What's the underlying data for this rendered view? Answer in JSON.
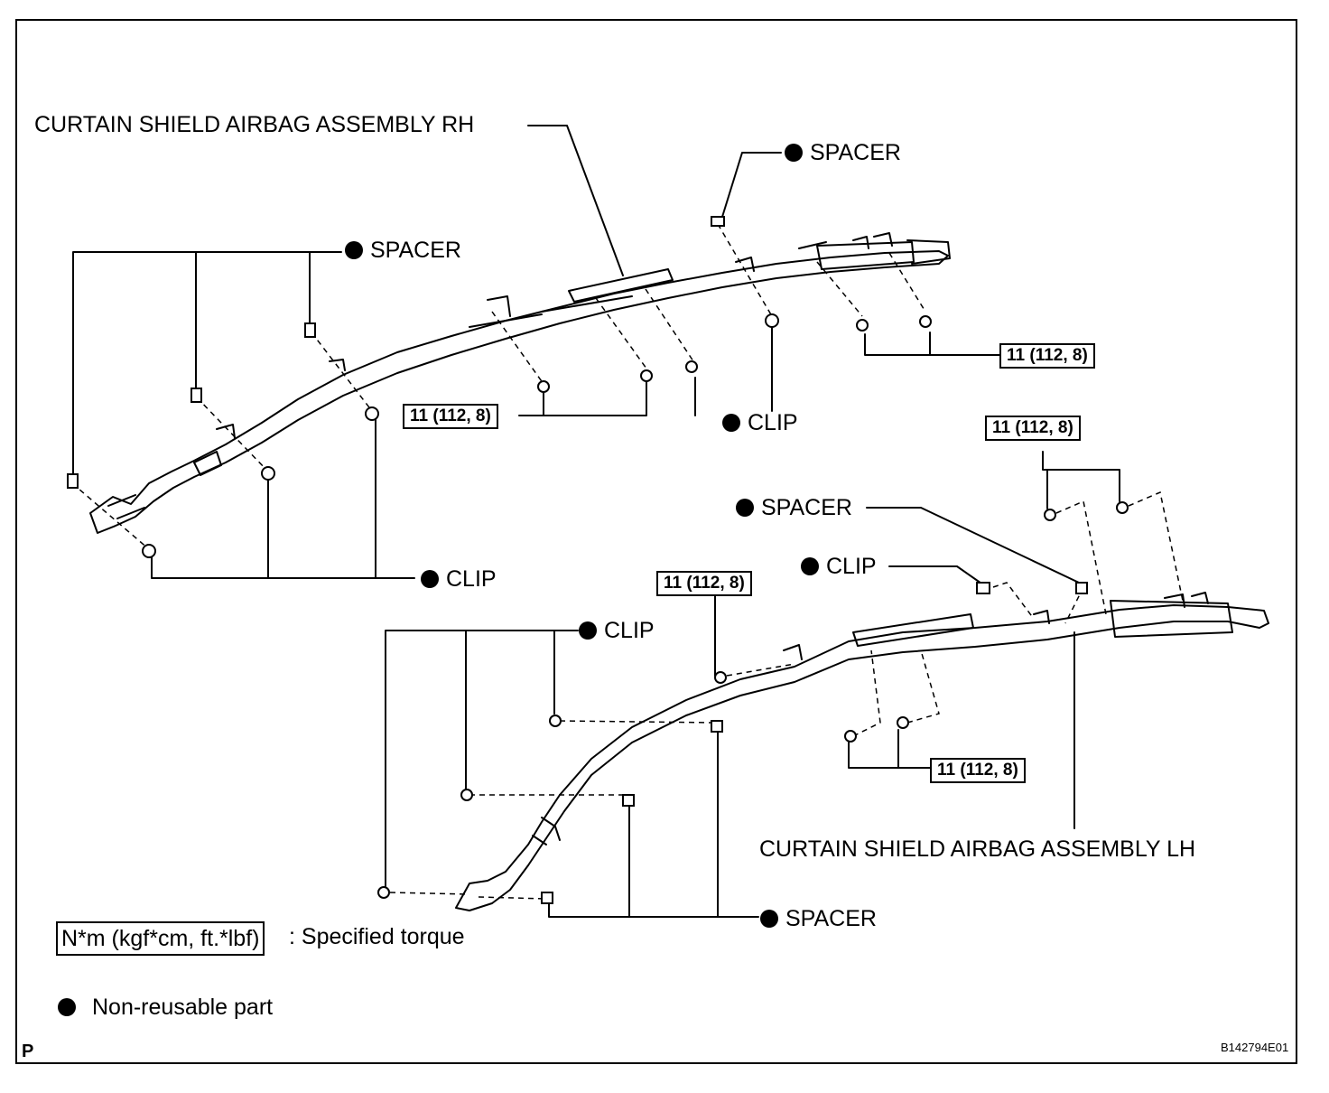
{
  "labels": {
    "rh_assembly": "CURTAIN SHIELD AIRBAG ASSEMBLY RH",
    "lh_assembly": "CURTAIN SHIELD AIRBAG ASSEMBLY LH",
    "spacer": "SPACER",
    "clip": "CLIP"
  },
  "torque_value": "11 (112, 8)",
  "legend": {
    "torque_units": "N*m (kgf*cm, ft.*lbf)",
    "torque_desc": ": Specified torque",
    "nonreusable": "Non-reusable part"
  },
  "corner_letter": "P",
  "figure_id": "B142794E01"
}
